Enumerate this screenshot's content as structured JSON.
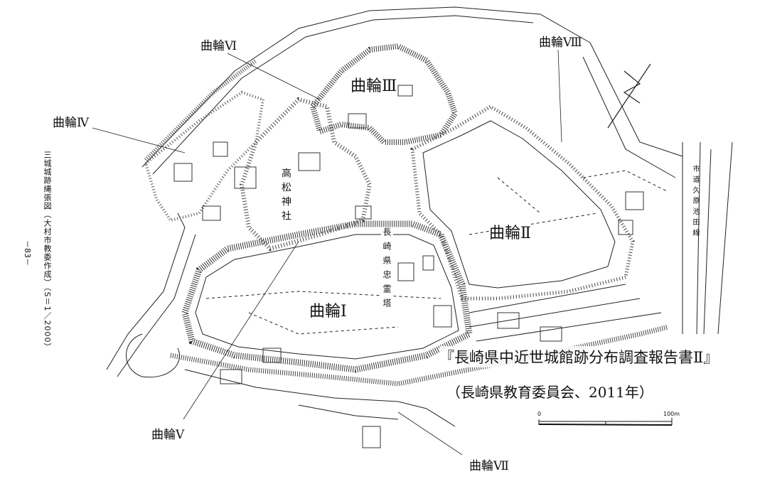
{
  "side_caption": "三城城跡縄張図（大村市教委作成）（S＝1／2000）",
  "page_number": "－83－",
  "enclosures": {
    "kuruwa1": "曲輪Ⅰ",
    "kuruwa2": "曲輪Ⅱ",
    "kuruwa3": "曲輪Ⅲ",
    "kuruwa4": "曲輪Ⅳ",
    "kuruwa5": "曲輪Ⅴ",
    "kuruwa6": "曲輪Ⅵ",
    "kuruwa7": "曲輪Ⅶ",
    "kuruwa8": "曲輪Ⅷ"
  },
  "landmarks": {
    "shrine": "高松神社",
    "memorial": "長崎県忠霊塔",
    "road": "市道久原池田線"
  },
  "citation": {
    "title": "『長崎県中近世城館跡分布調査報告書Ⅱ』",
    "publisher": "（長崎県教育委員会、2011年）"
  },
  "scale_bar": {
    "start": "0",
    "end": "100m"
  }
}
